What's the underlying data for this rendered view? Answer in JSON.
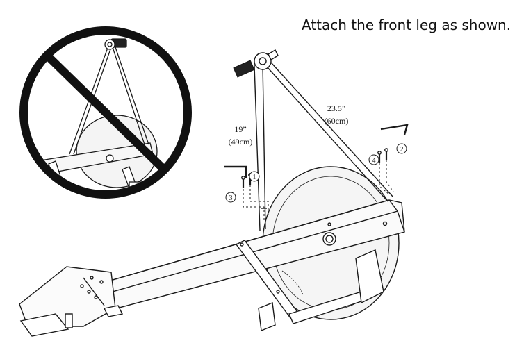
{
  "instruction": "Attach the front leg as shown.",
  "dimensions": {
    "short_leg_in": "19”",
    "short_leg_cm": "(49cm)",
    "long_leg_in": "23.5”",
    "long_leg_cm": "(60cm)"
  },
  "callouts": [
    "1",
    "2",
    "3",
    "4"
  ],
  "icons": [
    "prohibited-icon",
    "allen-wrench-icon",
    "bolt-icon"
  ],
  "colors": {
    "line": "#1a1a1a",
    "part_fill": "#f2f2f2",
    "prohibit": "#111111"
  }
}
